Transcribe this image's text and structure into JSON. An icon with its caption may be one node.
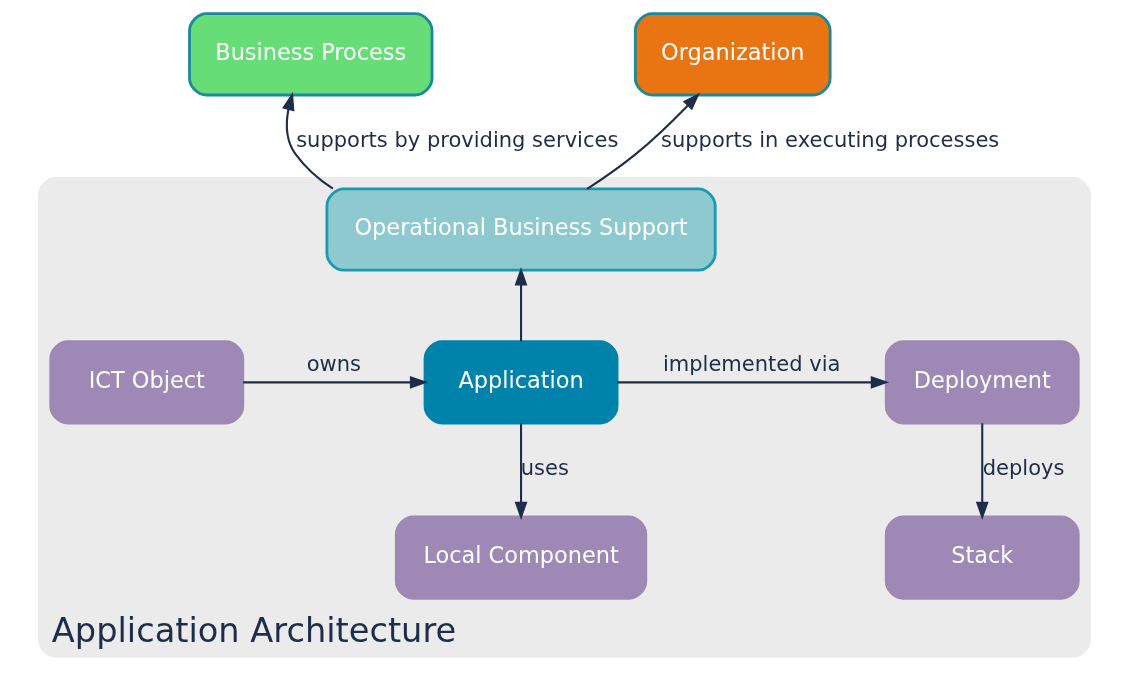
{
  "diagram": {
    "nodes": [
      {
        "text": [
          "Application Architecture"
        ]
      },
      {
        "text": [
          "Business Process"
        ]
      },
      {
        "text": [
          "Organization"
        ]
      },
      {
        "text": [
          "Operational Business Support"
        ],
        "in": 0
      },
      {
        "text": [
          "ICT Object"
        ],
        "in": 0
      },
      {
        "text": [
          "Application"
        ],
        "in": 0
      },
      {
        "text": [
          "Deployment"
        ],
        "in": 0
      },
      {
        "text": [
          "Local Component"
        ],
        "in": 0
      },
      {
        "text": [
          "Stack"
        ],
        "in": 0
      }
    ],
    "edges": [
      {
        "from": 3,
        "to": 1,
        "arrow": "to",
        "label": "supports by providing services"
      },
      {
        "from": 3,
        "to": 2,
        "arrow": "to",
        "label": "supports in executing processes"
      },
      {
        "from": 5,
        "to": 3,
        "arrow": "to"
      },
      {
        "from": 4,
        "to": 5,
        "arrow": "to",
        "label": "owns"
      },
      {
        "from": 5,
        "to": 6,
        "arrow": "to",
        "label": "implemented via"
      },
      {
        "from": 5,
        "to": 7,
        "arrow": "to",
        "label": "uses"
      },
      {
        "from": 6,
        "to": 8,
        "arrow": "to",
        "label": "deploys"
      }
    ]
  }
}
